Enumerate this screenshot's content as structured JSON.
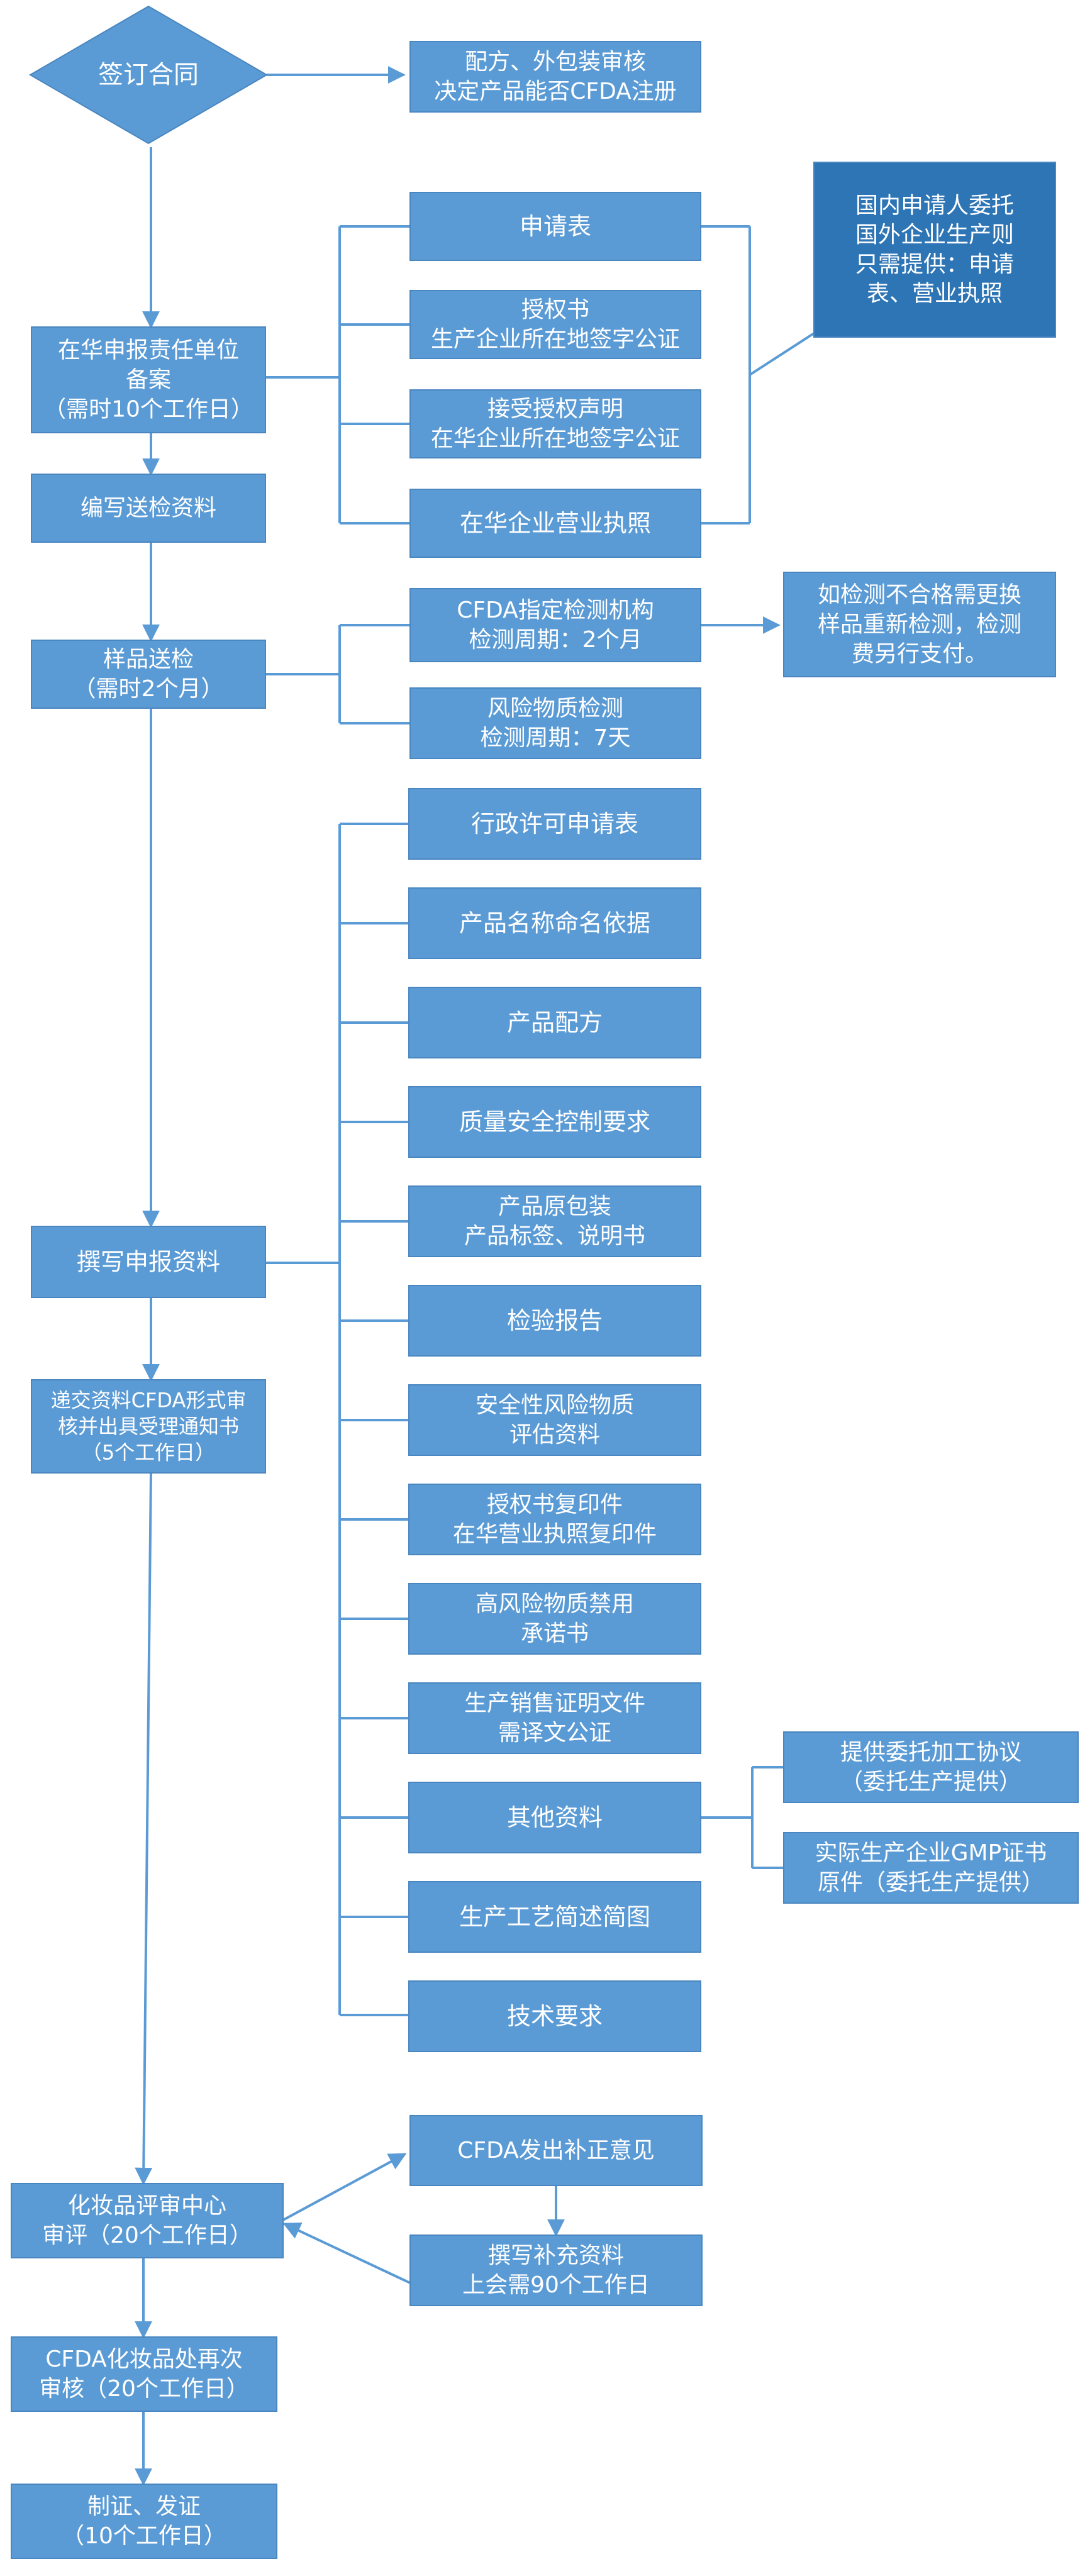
{
  "colors": {
    "box": "#5b9bd5",
    "box_border": "#4a86c0",
    "dark_box": "#2e75b6",
    "line": "#5b9bd5",
    "text": "#ffffff"
  },
  "nodes": {
    "sign": {
      "lines": [
        "签订合同"
      ]
    },
    "formula": {
      "lines": [
        "配方、外包装审核",
        "决定产品能否CFDA注册"
      ]
    },
    "filing": {
      "lines": [
        "在华申报责任单位",
        "备案",
        "（需时10个工作日）"
      ]
    },
    "app_form": {
      "lines": [
        "申请表"
      ]
    },
    "auth": {
      "lines": [
        "授权书",
        "生产企业所在地签字公证"
      ]
    },
    "accept": {
      "lines": [
        "接受授权声明",
        "在华企业所在地签字公证"
      ]
    },
    "license": {
      "lines": [
        "在华企业营业执照"
      ]
    },
    "note_domestic": {
      "lines": [
        "国内申请人委托",
        "国外企业生产则",
        "只需提供：申请",
        "表、营业执照"
      ]
    },
    "write_test": {
      "lines": [
        "编写送检资料"
      ]
    },
    "sample": {
      "lines": [
        "样品送检",
        "（需时2个月）"
      ]
    },
    "cfda_lab": {
      "lines": [
        "CFDA指定检测机构",
        "检测周期：2个月"
      ]
    },
    "risk_test": {
      "lines": [
        "风险物质检测",
        "检测周期：7天"
      ]
    },
    "note_fail": {
      "lines": [
        "如检测不合格需更换",
        "样品重新检测，检测",
        "费另行支付。"
      ]
    },
    "d1": {
      "lines": [
        "行政许可申请表"
      ]
    },
    "d2": {
      "lines": [
        "产品名称命名依据"
      ]
    },
    "d3": {
      "lines": [
        "产品配方"
      ]
    },
    "d4": {
      "lines": [
        "质量安全控制要求"
      ]
    },
    "d5": {
      "lines": [
        "产品原包装",
        "产品标签、说明书"
      ]
    },
    "d6": {
      "lines": [
        "检验报告"
      ]
    },
    "d7": {
      "lines": [
        "安全性风险物质",
        "评估资料"
      ]
    },
    "d8": {
      "lines": [
        "授权书复印件",
        "在华营业执照复印件"
      ]
    },
    "d9": {
      "lines": [
        "高风险物质禁用",
        "承诺书"
      ]
    },
    "d10": {
      "lines": [
        "生产销售证明文件",
        "需译文公证"
      ]
    },
    "d11": {
      "lines": [
        "其他资料"
      ]
    },
    "d12": {
      "lines": [
        "生产工艺简述简图"
      ]
    },
    "d13": {
      "lines": [
        "技术要求"
      ]
    },
    "other1": {
      "lines": [
        "提供委托加工协议",
        "（委托生产提供）"
      ]
    },
    "other2": {
      "lines": [
        "实际生产企业GMP证书",
        "原件（委托生产提供）"
      ]
    },
    "write_apply": {
      "lines": [
        "撰写申报资料"
      ]
    },
    "submit": {
      "lines": [
        "递交资料CFDA形式审",
        "核并出具受理通知书",
        "（5个工作日）"
      ]
    },
    "review": {
      "lines": [
        "化妆品评审中心",
        "审评（20个工作日）"
      ]
    },
    "correction": {
      "lines": [
        "CFDA发出补正意见"
      ]
    },
    "supplement": {
      "lines": [
        "撰写补充资料",
        "上会需90个工作日"
      ]
    },
    "recheck": {
      "lines": [
        "CFDA化妆品处再次",
        "审核（20个工作日）"
      ]
    },
    "certify": {
      "lines": [
        "制证、发证",
        "（10个工作日）"
      ]
    }
  }
}
